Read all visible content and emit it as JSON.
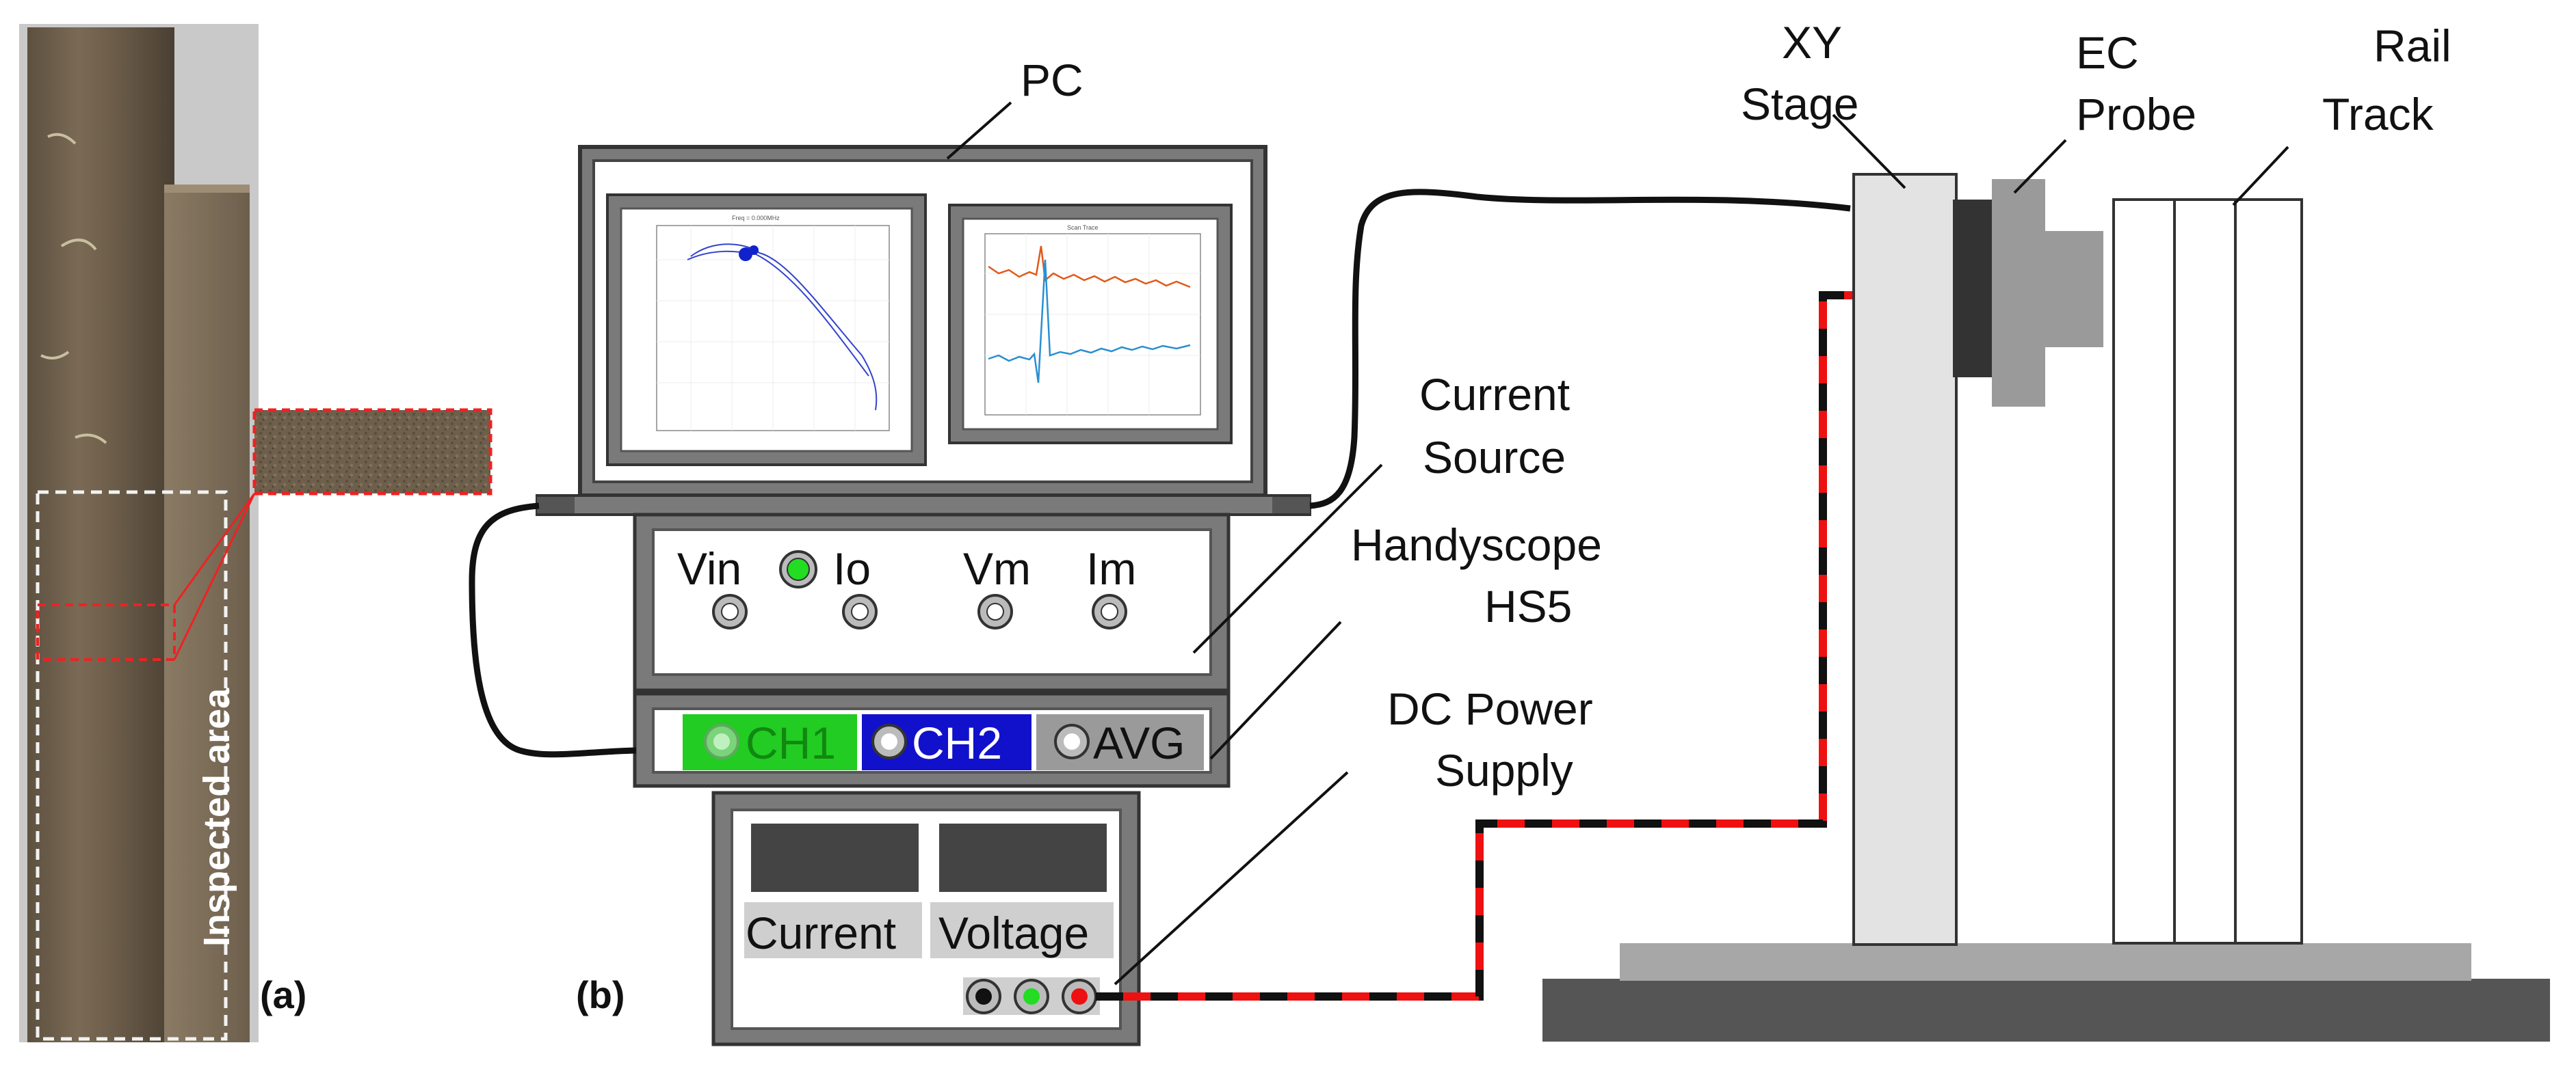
{
  "panels": {
    "a": "(a)",
    "b": "(b)"
  },
  "photo": {
    "inspected_label": "Inspected area"
  },
  "pc": {
    "label": "PC",
    "screen1_title": "Freq = 0.000MHz",
    "screen2_title": "Scan Trace"
  },
  "current_source": {
    "label_line1": "Current",
    "label_line2": "Source",
    "knobs": [
      "Vin",
      "Io",
      "Vm",
      "Im"
    ]
  },
  "handyscope": {
    "label_line1": "Handyscope",
    "label_line2": "HS5",
    "ch1": "CH1",
    "ch2": "CH2",
    "avg": "AVG",
    "colors": {
      "ch1": "#22cc22",
      "ch2": "#1111cc",
      "avg": "#9a9a9a"
    }
  },
  "dc_supply": {
    "label_line1": "DC Power",
    "label_line2": "Supply",
    "current": "Current",
    "voltage": "Voltage"
  },
  "stage": {
    "xy_line1": "XY",
    "xy_line2": "Stage",
    "ec_line1": "EC",
    "ec_line2": "Probe",
    "rail_line1": "Rail",
    "rail_line2": "Track"
  },
  "colors": {
    "cable_red": "#ee1111",
    "cable_black": "#111111",
    "frame": "#555555"
  }
}
